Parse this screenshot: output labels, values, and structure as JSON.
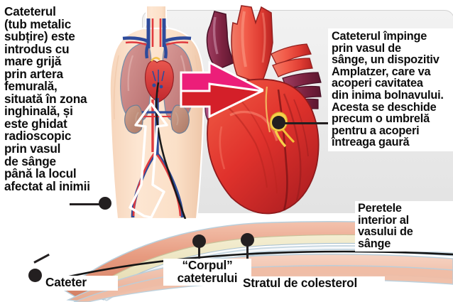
{
  "diagram": {
    "title": "Cateterism cardiac - dispozitiv Amplatzer",
    "language": "ro",
    "background_color": "#ffffff",
    "panel_color": "#ecECec"
  },
  "callouts": [
    {
      "id": "catheter-path",
      "lines": [
        "Cateterul",
        "(tub metalic",
        "subțire) este",
        "introdus cu",
        "mare grijă",
        "prin artera",
        "femurală,",
        "situată în zona",
        "inghinală, și",
        "este ghidat",
        "radioscopic",
        "prin vasul",
        "de sânge",
        "până la locul",
        "afectat al inimii"
      ]
    },
    {
      "id": "amplatzer-device",
      "lines": [
        "Cateterul împinge",
        "prin vasul de",
        "sânge, un dispozitiv",
        "Amplatzer, care va",
        "acoperi cavitatea",
        "din inima bolnavului.",
        "Acesta se deschide",
        "precum o umbrelă",
        "pentru a acoperi",
        "întreaga gaură"
      ]
    },
    {
      "id": "vessel-inner-wall",
      "lines": [
        "Peretele",
        "interior al",
        "vasului de",
        "sânge"
      ]
    },
    {
      "id": "catheter-tip",
      "lines": [
        "Cateter"
      ]
    },
    {
      "id": "catheter-body",
      "lines": [
        "“Corpul”",
        "cateterului"
      ]
    },
    {
      "id": "cholesterol-layer",
      "lines": [
        "Stratul de colesterol"
      ]
    }
  ],
  "colors": {
    "text": "#0d0d0d",
    "dot": "#231f20",
    "arrow_magenta": "#ec1e79",
    "arrow_red": "#d41f29",
    "heart_red": "#ef4136",
    "heart_dark_red": "#c1272d",
    "vein_purple": "#8c2b4a",
    "skin": "#fbe0c8",
    "lung": "#c98b8b",
    "kidney": "#c08b7a",
    "vessel_wall": "#e8a087",
    "cholesterol": "#ece4c0",
    "artery_red": "#e03a3e",
    "vein_blue": "#2e4b9b",
    "amplatzer_yellow": "#f7d04a"
  }
}
